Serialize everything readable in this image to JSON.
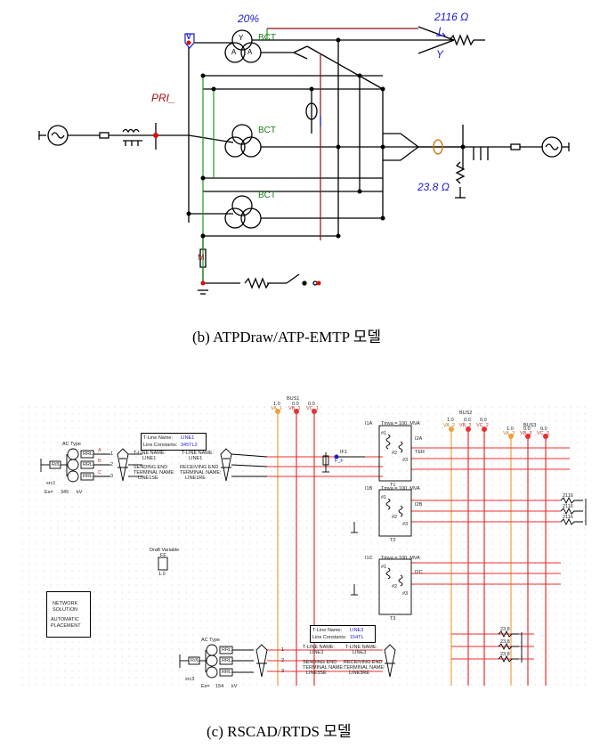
{
  "captions": {
    "atp": "(b)  ATPDraw/ATP-EMTP  모델",
    "rtds": "(c)  RSCAD/RTDS  모델"
  },
  "atp": {
    "percent_label": "20%",
    "bct_labels": [
      "BCT",
      "BCT",
      "BCT"
    ],
    "pri_label": "PRI_",
    "v_label": "V",
    "m_label": "M",
    "resistor_2116": "2116 Ω",
    "resistor_238": "23.8 Ω",
    "current_i": "I",
    "y_label": "Y",
    "winding_labels": [
      "Y",
      "A",
      "A"
    ]
  },
  "rtds": {
    "bus1": {
      "name": "BUS1",
      "values": [
        "1.0",
        "0.0",
        "0.0"
      ],
      "meters": [
        "VA_1",
        "VB_1",
        "VC_1"
      ]
    },
    "bus2": {
      "name": "BUS2",
      "values": [
        "1.0",
        "0.0",
        "0.0"
      ],
      "meters": [
        "VA_2",
        "VB_2",
        "VC_2"
      ]
    },
    "bus3": {
      "name": "BUS3",
      "values": [
        "1.0",
        "0.0",
        "0.0"
      ],
      "meters": [
        "VA_3",
        "VB_3",
        "VC_3"
      ]
    },
    "tline1": {
      "box_name": "T-Line Name:",
      "box_name_val": "LINE1",
      "box_const": "Line Constants:",
      "box_const_val": "345TL2",
      "send_name": "T-LINE NAME:",
      "send_name_val": "LINE1",
      "send_term": "SENDING END",
      "send_term2": "TERMINAL NAME:",
      "send_term_val": "LINE1SE",
      "recv_name": "T-LINE NAME:",
      "recv_name_val": "LINE1",
      "recv_term": "RECEIVING END",
      "recv_term2": "TERMINAL NAME:",
      "recv_term_val": "LINE1RE"
    },
    "tline3": {
      "box_name": "T-Line Name:",
      "box_name_val": "LINE3",
      "box_const": "Line Constants:",
      "box_const_val": "154TL",
      "send_name": "T-LINE NAME:",
      "send_name_val": "LINE3",
      "send_term": "SENDING END",
      "send_term2": "TERMINAL NAME:",
      "send_term_val": "LINE3SE",
      "recv_name": "T-LINE NAME:",
      "recv_name_val": "LINE3",
      "recv_term": "RECEIVING END",
      "recv_term2": "TERMINAL NAME:",
      "recv_term_val": "LINE3RE"
    },
    "source1": {
      "type": "AC Type",
      "name": "src1",
      "es": "Es=",
      "kv_val": "345",
      "kv": "kV",
      "rl": "R//L",
      "rrl": [
        "RRL",
        "RRL",
        "RRL"
      ]
    },
    "source3": {
      "type": "AC Type",
      "name": "src3",
      "es": "Es=",
      "kv_val": "154",
      "kv": "kV",
      "rl": "R//L",
      "rrl": [
        "RRL",
        "RRL",
        "RRL"
      ]
    },
    "transformers": [
      {
        "curr": "I1A",
        "tmva": "Tmva = 100. MVA",
        "w": [
          "#1",
          "#2",
          "#3"
        ],
        "out": "I2A",
        "ter": "TER",
        "name": "T1"
      },
      {
        "curr": "I1B",
        "tmva": "Tmva = 100. MVA",
        "w": [
          "#1",
          "#2",
          "#3"
        ],
        "out": "I2B",
        "ter": "",
        "name": "T2"
      },
      {
        "curr": "I1C",
        "tmva": "Tmva = 100. MVA",
        "w": [
          "#1",
          "#2",
          "#3"
        ],
        "out": "I2C",
        "ter": "",
        "name": "T3"
      }
    ],
    "fault": {
      "curr": "IF1",
      "label": "F_F"
    },
    "draft": {
      "title": "Draft Variable",
      "var": "FF",
      "value": "1.0"
    },
    "network": {
      "l1": "NETWORK",
      "l2": "SOLUTION",
      "l3": "AUTOMATIC",
      "l4": "PLACEMENT"
    },
    "loads_top": [
      "2116",
      "2116",
      "2116"
    ],
    "loads_bottom": [
      "23.8",
      "23.8",
      "23.8"
    ],
    "phase_nums": [
      "1",
      "2",
      "3"
    ],
    "phase_letters": [
      "A",
      "B",
      "C"
    ]
  },
  "colors": {
    "wire": "#000000",
    "red_node": "#d81010",
    "green_wire": "#1a9a1a",
    "dark_red": "#8a1010",
    "blue_text": "#1a1ad0",
    "rtds_red": "#e83030",
    "rtds_orange": "#f0a040"
  }
}
